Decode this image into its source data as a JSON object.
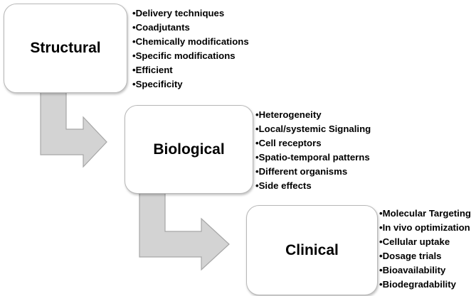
{
  "boxes": {
    "structural": {
      "title": "Structural",
      "items": [
        "Delivery techniques",
        "Coadjutants",
        "Chemically modifications",
        "Specific modifications",
        "Efficient",
        "Specificity"
      ]
    },
    "biological": {
      "title": "Biological",
      "items": [
        "Heterogeneity",
        "Local/systemic Signaling",
        "Cell receptors",
        "Spatio-temporal patterns",
        "Different organisms",
        "Side effects"
      ]
    },
    "clinical": {
      "title": "Clinical",
      "items": [
        "Molecular Targeting",
        "In vivo optimization",
        "Cellular uptake",
        "Dosage trials",
        "Bioavailability",
        "Biodegradability"
      ]
    }
  },
  "colors": {
    "arrow_fill": "#d3d3d3",
    "arrow_stroke": "#a6a6a6",
    "box_border": "#b8b8b8"
  }
}
